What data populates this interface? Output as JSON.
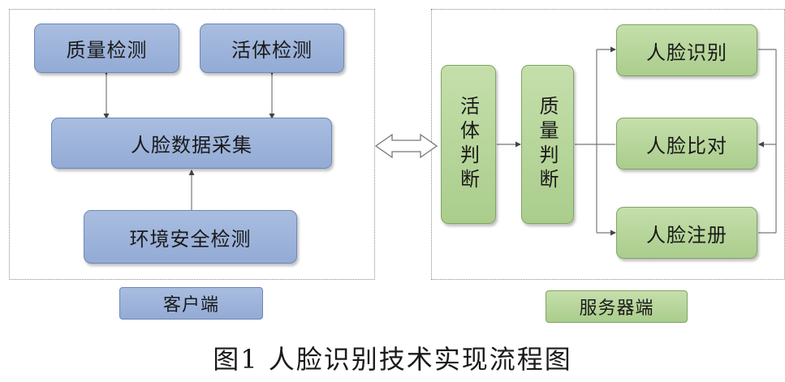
{
  "client": {
    "quality_check": "质量检测",
    "liveness_check": "活体检测",
    "face_capture": "人脸数据采集",
    "env_security_check": "环境安全检测",
    "label": "客户端"
  },
  "server": {
    "liveness_judge": "活体判断",
    "quality_judge": "质量判断",
    "face_recognition": "人脸识别",
    "face_compare": "人脸比对",
    "face_register": "人脸注册",
    "label": "服务器端"
  },
  "caption": "图1   人脸识别技术实现流程图"
}
